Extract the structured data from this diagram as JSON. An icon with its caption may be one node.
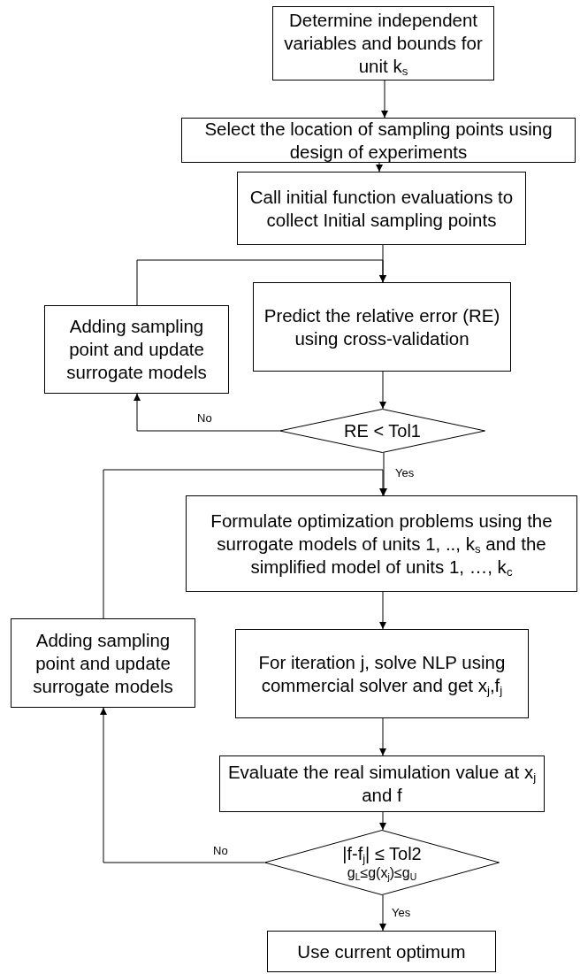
{
  "diagram": {
    "nodes": [
      {
        "text": [
          "Determine independent variables and bounds for unit k$_{s}$"
        ]
      },
      {
        "text": [
          "Select the location of sampling points using design of experiments"
        ]
      },
      {
        "text": [
          "Call initial function evaluations to collect Initial sampling points"
        ]
      },
      {
        "text": [
          "Predict the relative error (RE) using cross-validation"
        ]
      },
      {
        "text": [
          "Adding sampling point and update surrogate models"
        ]
      },
      {
        "text": [
          "RE < Tol1"
        ]
      },
      {
        "text": [
          "Formulate optimization problems using the surrogate models of units 1, .., k$_{s}$ and the simplified model of units 1, …, k$_{c}$"
        ]
      },
      {
        "text": [
          "Adding sampling point and update surrogate models"
        ]
      },
      {
        "text": [
          "For iteration j, solve NLP using commercial solver and get x$_{j}$,f$_{j}$"
        ]
      },
      {
        "text": [
          "Evaluate the real simulation value at x$_{j}$ and f"
        ]
      },
      {
        "text": [
          "|f-f$_{j}$| ≤ Tol2",
          "g$_{L}$≤g(x$_{j}$)≤g$_{U}$"
        ]
      },
      {
        "text": [
          "Use current optimum"
        ]
      }
    ],
    "edges": [
      {
        "from": 0,
        "to": 1,
        "arrow": "to"
      },
      {
        "from": 1,
        "to": 2,
        "arrow": "to"
      },
      {
        "from": 2,
        "to": 3,
        "arrow": "to"
      },
      {
        "from": 3,
        "to": 5,
        "arrow": "to"
      },
      {
        "from": 5,
        "to": 4,
        "arrow": "to",
        "label": "No"
      },
      {
        "from": 4,
        "to": 3,
        "arrow": "to"
      },
      {
        "from": 5,
        "to": 6,
        "arrow": "to",
        "label": "Yes"
      },
      {
        "from": 7,
        "to": 6,
        "arrow": "to"
      },
      {
        "from": 6,
        "to": 8,
        "arrow": "to"
      },
      {
        "from": 8,
        "to": 9,
        "arrow": "to"
      },
      {
        "from": 9,
        "to": 10,
        "arrow": "to"
      },
      {
        "from": 10,
        "to": 7,
        "arrow": "to",
        "label": "No"
      },
      {
        "from": 10,
        "to": 11,
        "arrow": "to",
        "label": "Yes"
      }
    ]
  }
}
